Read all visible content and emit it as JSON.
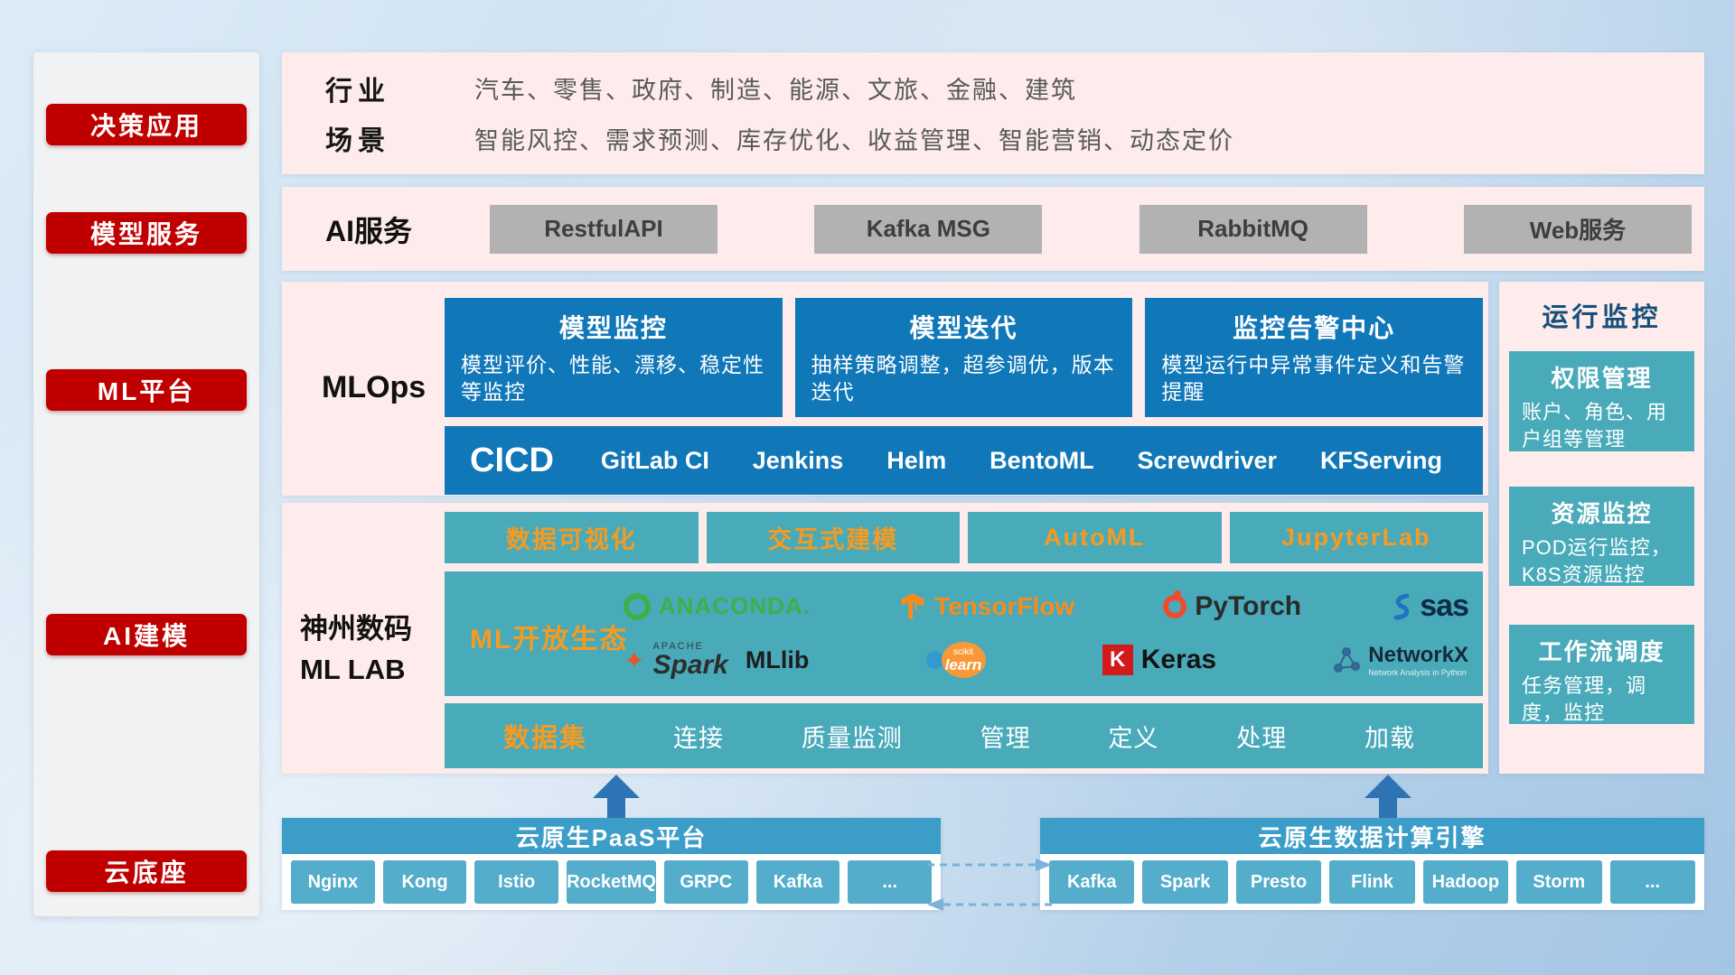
{
  "colors": {
    "accent_red": "#c00000",
    "panel_pink": "#fdeceb",
    "blue_card": "#1077b8",
    "teal_card": "#49aaba",
    "orange_text": "#f59b22",
    "bottom_header_blue": "#3d9dc9",
    "bottom_button_teal": "#54adca",
    "arrow_blue": "#2e74b5",
    "gray_button": "#b2b2b2"
  },
  "sidebar": {
    "items": [
      {
        "label": "决策应用"
      },
      {
        "label": "模型服务"
      },
      {
        "label": "ML平台"
      },
      {
        "label": "AI建模"
      },
      {
        "label": "云底座"
      }
    ]
  },
  "industry": {
    "rows": [
      {
        "label": "行业",
        "text": "汽车、零售、政府、制造、能源、文旅、金融、建筑"
      },
      {
        "label": "场景",
        "text": "智能风控、需求预测、库存优化、收益管理、智能营销、动态定价"
      }
    ]
  },
  "ai_service": {
    "label": "AI服务",
    "items": [
      "RestfulAPI",
      "Kafka MSG",
      "RabbitMQ",
      "Web服务"
    ]
  },
  "mlops": {
    "label": "MLOps",
    "cards": [
      {
        "title": "模型监控",
        "desc": "模型评价、性能、漂移、稳定性等监控"
      },
      {
        "title": "模型迭代",
        "desc": "抽样策略调整，超参调优，版本迭代"
      },
      {
        "title": "监控告警中心",
        "desc": "模型运行中异常事件定义和告警提醒"
      }
    ],
    "cicd_label": "CICD",
    "cicd_items": [
      "GitLab CI",
      "Jenkins",
      "Helm",
      "BentoML",
      "Screwdriver",
      "KFServing"
    ]
  },
  "mllab": {
    "label_line1": "神州数码",
    "label_line2": "ML LAB",
    "tools": [
      "数据可视化",
      "交互式建模",
      "AutoML",
      "JupyterLab"
    ],
    "ecosystem_label": "ML开放生态",
    "logos": [
      {
        "name": "Anaconda",
        "text": "ANACONDA."
      },
      {
        "name": "TensorFlow",
        "text": "TensorFlow"
      },
      {
        "name": "PyTorch",
        "text": "PyTorch"
      },
      {
        "name": "SAS",
        "text": "sas"
      },
      {
        "name": "Apache Spark MLlib",
        "apache": "APACHE",
        "text": "Spark",
        "suffix": "MLlib"
      },
      {
        "name": "scikit-learn",
        "small": "scikit",
        "text": "learn"
      },
      {
        "name": "Keras",
        "k": "K",
        "text": "Keras"
      },
      {
        "name": "NetworkX",
        "text": "NetworkX",
        "subtitle": "Network Analysis in Python"
      }
    ],
    "dataset_label": "数据集",
    "dataset_items": [
      "连接",
      "质量监测",
      "管理",
      "定义",
      "处理",
      "加载"
    ]
  },
  "monitor": {
    "title": "运行监控",
    "cards": [
      {
        "title": "权限管理",
        "desc": "账户、角色、用户组等管理"
      },
      {
        "title": "资源监控",
        "desc": "POD运行监控，K8S资源监控"
      },
      {
        "title": "工作流调度",
        "desc": "任务管理，调度，监控"
      }
    ]
  },
  "bottom": {
    "paas": {
      "title": "云原生PaaS平台",
      "items": [
        "Nginx",
        "Kong",
        "Istio",
        "RocketMQ",
        "GRPC",
        "Kafka",
        "..."
      ]
    },
    "engine": {
      "title": "云原生数据计算引擎",
      "items": [
        "Kafka",
        "Spark",
        "Presto",
        "Flink",
        "Hadoop",
        "Storm",
        "..."
      ]
    }
  }
}
